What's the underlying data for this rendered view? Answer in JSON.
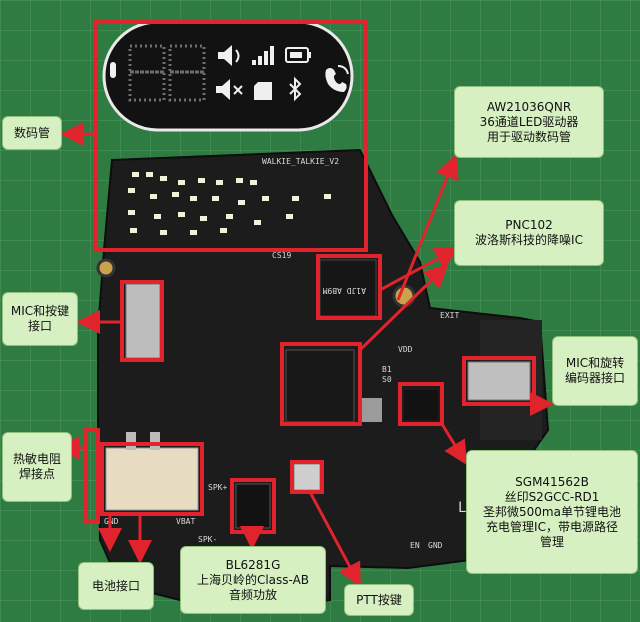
{
  "colors": {
    "board": "#1c1c1c",
    "mat": "#2f7c43",
    "highlight_box": "#e0232c",
    "arrow": "#e0232c",
    "callout_bg": "#d6f0c2",
    "display_segment": "#6e6e6e"
  },
  "board_silkscreen": {
    "name": "WALKIE_TALKIE_V2",
    "ref_cs19": "CS19",
    "ref_vdd": "VDD",
    "ref_exit": "EXIT",
    "ref_b1": "B1",
    "ref_s0": "S0",
    "ref_gnd_left": "GND",
    "ref_vbat": "VBAT",
    "ref_spk_plus": "SPK+",
    "ref_spk_minus": "SPK-",
    "ref_en": "EN",
    "ref_gnd_right": "GND",
    "ref_lt": "LT",
    "chip_marking": "A1JD\nAB9M"
  },
  "display_icons": [
    "volume-icon",
    "signal-icon",
    "battery-icon",
    "mute-icon",
    "sd-card-icon",
    "bluetooth-icon",
    "phone-icon"
  ],
  "callouts": {
    "digit_tube": {
      "lines": [
        "数码管"
      ]
    },
    "led_driver": {
      "lines": [
        "AW21036QNR",
        "36通道LED驱动器",
        "用于驱动数码管"
      ]
    },
    "noise_ic": {
      "lines": [
        "PNC102",
        "波洛斯科技的降噪IC"
      ]
    },
    "mic_key_port": {
      "lines": [
        "MIC和按键",
        "接口"
      ]
    },
    "mic_encoder_port": {
      "lines": [
        "MIC和旋转",
        "编码器接口"
      ]
    },
    "thermistor": {
      "lines": [
        "热敏电阻",
        "焊接点"
      ]
    },
    "charger_ic": {
      "lines": [
        "SGM41562B",
        "丝印S2GCC-RD1",
        "圣邦微500ma单节锂电池",
        "充电管理IC，带电源路径",
        "管理"
      ]
    },
    "battery_port": {
      "lines": [
        "电池接口"
      ]
    },
    "amp": {
      "lines": [
        "BL6281G",
        "上海贝岭的Class-AB",
        "音频功放"
      ]
    },
    "ptt": {
      "lines": [
        "PTT按键"
      ]
    }
  }
}
